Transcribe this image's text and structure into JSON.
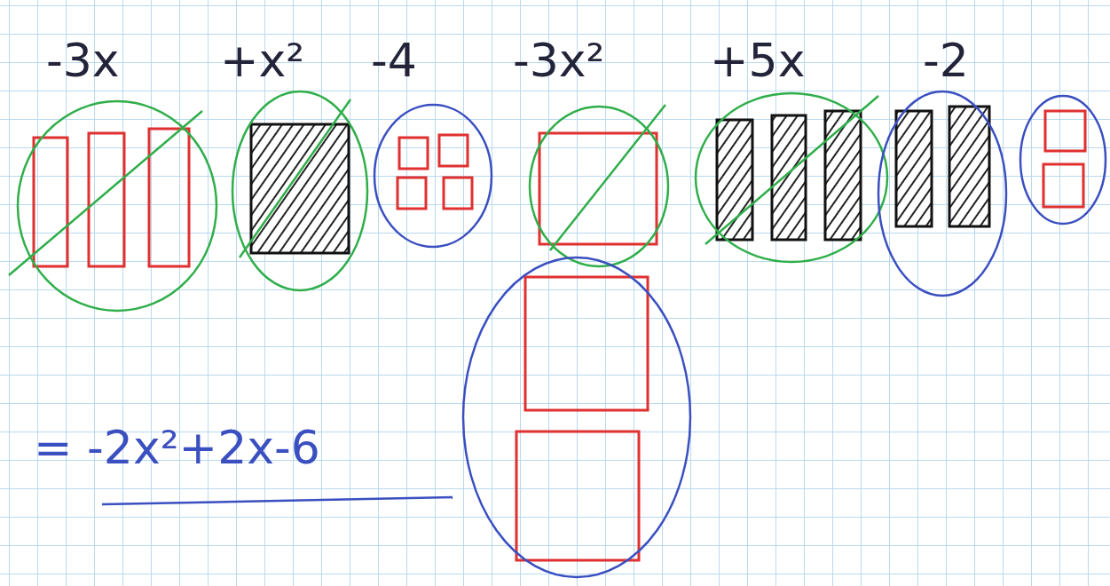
{
  "diagram": {
    "labels": [
      "-3x",
      "+x²",
      "-4",
      "-3x²",
      "+5x",
      "-2",
      "= -2x²+2x-6"
    ]
  }
}
